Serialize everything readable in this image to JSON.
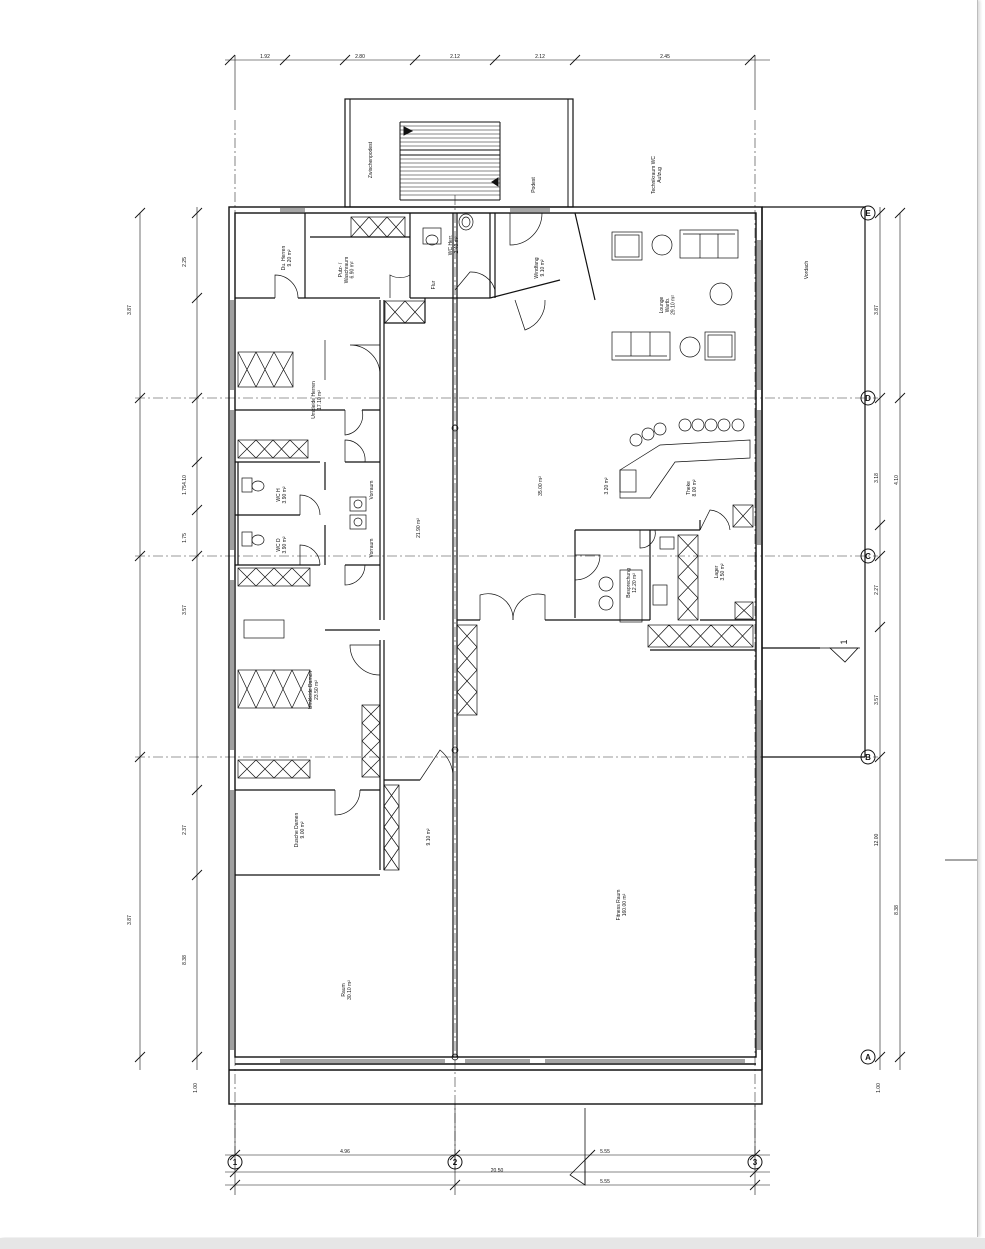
{
  "rooms": {
    "stairwell": "Zwischenpodest",
    "podest": "Podest",
    "technik": "Technikraum WC\nAufzug",
    "vordach": "Vordach",
    "dusche_herren": "Du. Herren\n9.20 m²",
    "putz": "Putz- /\nWaschraum\n6.90 m²",
    "wc_herren": "WC Herr.\n2.40 m²",
    "flur_top": "Flur",
    "windfang": "Windfang\n9.10 m²",
    "lounge": "Lounge\nWartb.\n29.10 m²",
    "umkleide_herren": "Umkleide Herren\n17.10 m²",
    "wc_h": "WC H\n3.90 m²",
    "wc_d": "WC D\n3.90 m²",
    "vorraum_1": "Vorraum",
    "vorraum_2": "Vorraum",
    "flur_main": "21.90 m²",
    "cafe": "35.00 m²",
    "ausschank": "3.20 m²",
    "theke": "Theke\n8.00 m²",
    "lager": "Lager\n3.50 m²",
    "besprechung": "Besprechung\n12.20 m²",
    "umkleide_damen": "Umkleide Damen\n23.50 m²",
    "dusche_damen": "Dusche Damen\n9.00 m²",
    "flur_lower": "9.10 m²",
    "raum": "Raum\n30.10 m²",
    "fitness": "Fitness Raum\n160.00 m²"
  },
  "axes_left": [
    "E",
    "D",
    "C",
    "B",
    "A"
  ],
  "axes_bottom": [
    "1",
    "2",
    "3"
  ],
  "section_marker": "1",
  "dims_left": [
    "2.25",
    "3.87",
    "4.10",
    "1.75",
    "1.75",
    "3.57",
    "2.37",
    "8.38",
    "3.87"
  ],
  "dims_right": [
    "3.87",
    "3.18",
    "4.10",
    "2.27",
    "3.57",
    "12.00",
    "8.38"
  ],
  "dims_top": [
    "1.92",
    "2.80",
    "2.12",
    "2.12",
    "2.45"
  ],
  "dims_bottom": [
    "4.96",
    "20.50",
    "5.55",
    "5.55"
  ],
  "dims_ends": [
    "1.00",
    "1.00"
  ]
}
